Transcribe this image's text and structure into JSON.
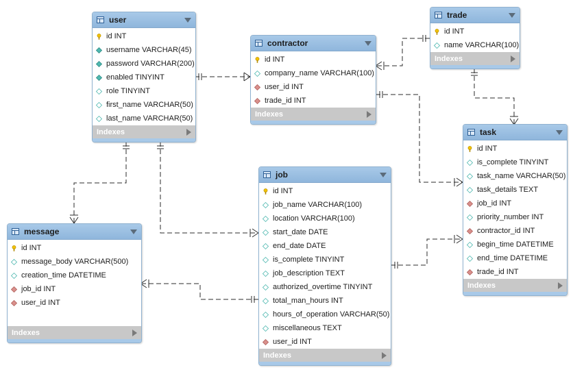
{
  "colors": {
    "pk": "#f2c200",
    "fk": "#d9908c",
    "col": "#4fb8b0",
    "line": "#2b2b2b"
  },
  "tables": {
    "user": {
      "name": "user",
      "columns": [
        {
          "text": "id INT",
          "kind": "pk"
        },
        {
          "text": "username VARCHAR(45)",
          "kind": "col"
        },
        {
          "text": "password VARCHAR(200)",
          "kind": "col"
        },
        {
          "text": "enabled TINYINT",
          "kind": "col"
        },
        {
          "text": "role TINYINT",
          "kind": "opt"
        },
        {
          "text": "first_name VARCHAR(50)",
          "kind": "opt"
        },
        {
          "text": "last_name VARCHAR(50)",
          "kind": "opt"
        }
      ],
      "indexes_label": "Indexes"
    },
    "contractor": {
      "name": "contractor",
      "columns": [
        {
          "text": "id INT",
          "kind": "pk"
        },
        {
          "text": "company_name VARCHAR(100)",
          "kind": "opt"
        },
        {
          "text": "user_id INT",
          "kind": "fk"
        },
        {
          "text": "trade_id INT",
          "kind": "fk"
        }
      ],
      "indexes_label": "Indexes"
    },
    "trade": {
      "name": "trade",
      "columns": [
        {
          "text": "id INT",
          "kind": "pk"
        },
        {
          "text": "name VARCHAR(100)",
          "kind": "opt"
        }
      ],
      "indexes_label": "Indexes"
    },
    "task": {
      "name": "task",
      "columns": [
        {
          "text": "id INT",
          "kind": "pk"
        },
        {
          "text": "is_complete TINYINT",
          "kind": "opt"
        },
        {
          "text": "task_name VARCHAR(50)",
          "kind": "opt"
        },
        {
          "text": "task_details TEXT",
          "kind": "opt"
        },
        {
          "text": "job_id INT",
          "kind": "fk"
        },
        {
          "text": "priority_number INT",
          "kind": "opt"
        },
        {
          "text": "contractor_id INT",
          "kind": "fk"
        },
        {
          "text": "begin_time DATETIME",
          "kind": "opt"
        },
        {
          "text": "end_time DATETIME",
          "kind": "opt"
        },
        {
          "text": "trade_id INT",
          "kind": "fk"
        }
      ],
      "indexes_label": "Indexes"
    },
    "job": {
      "name": "job",
      "columns": [
        {
          "text": "id INT",
          "kind": "pk"
        },
        {
          "text": "job_name VARCHAR(100)",
          "kind": "opt"
        },
        {
          "text": "location VARCHAR(100)",
          "kind": "opt"
        },
        {
          "text": "start_date DATE",
          "kind": "opt"
        },
        {
          "text": "end_date DATE",
          "kind": "opt"
        },
        {
          "text": "is_complete TINYINT",
          "kind": "opt"
        },
        {
          "text": "job_description TEXT",
          "kind": "opt"
        },
        {
          "text": "authorized_overtime TINYINT",
          "kind": "opt"
        },
        {
          "text": "total_man_hours INT",
          "kind": "opt"
        },
        {
          "text": "hours_of_operation VARCHAR(50)",
          "kind": "opt"
        },
        {
          "text": "miscellaneous TEXT",
          "kind": "opt"
        },
        {
          "text": "user_id INT",
          "kind": "fk"
        }
      ],
      "indexes_label": "Indexes"
    },
    "message": {
      "name": "message",
      "columns": [
        {
          "text": "id INT",
          "kind": "pk"
        },
        {
          "text": "message_body VARCHAR(500)",
          "kind": "opt"
        },
        {
          "text": "creation_time DATETIME",
          "kind": "opt"
        },
        {
          "text": "job_id INT",
          "kind": "fk"
        },
        {
          "text": "user_id INT",
          "kind": "fk"
        }
      ],
      "indexes_label": "Indexes"
    }
  },
  "relationships": [
    {
      "from": "user",
      "to": "contractor",
      "one_end": "user",
      "many_end": "contractor"
    },
    {
      "from": "trade",
      "to": "contractor",
      "one_end": "trade",
      "many_end": "contractor"
    },
    {
      "from": "trade",
      "to": "task",
      "one_end": "trade",
      "many_end": "task"
    },
    {
      "from": "contractor",
      "to": "task",
      "one_end": "contractor",
      "many_end": "task"
    },
    {
      "from": "user",
      "to": "message",
      "one_end": "user",
      "many_end": "message"
    },
    {
      "from": "user",
      "to": "job",
      "one_end": "user",
      "many_end": "job"
    },
    {
      "from": "job",
      "to": "task",
      "one_end": "job",
      "many_end": "task"
    },
    {
      "from": "job",
      "to": "message",
      "one_end": "job",
      "many_end": "message"
    }
  ]
}
